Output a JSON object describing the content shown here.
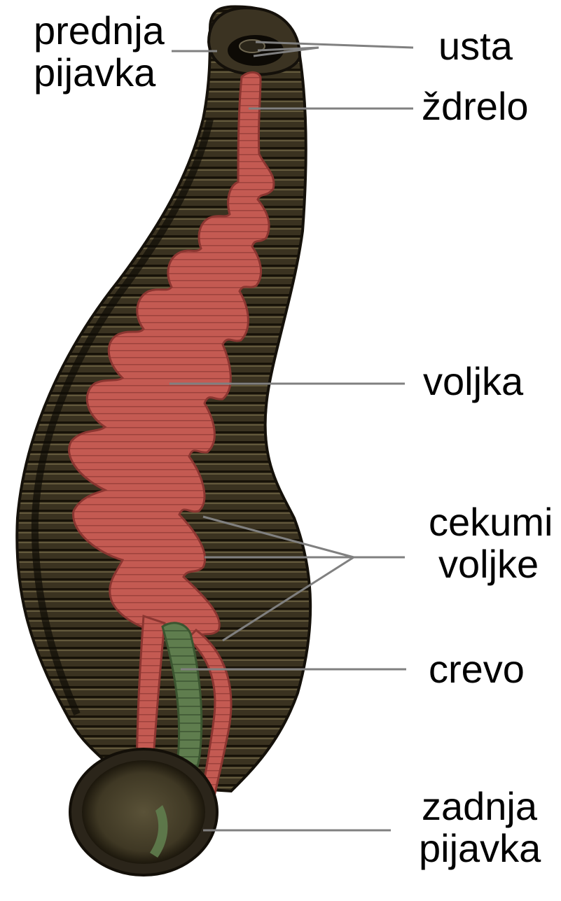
{
  "diagram": {
    "labels": {
      "prednja_pijavka": [
        "prednja",
        "pijavka"
      ],
      "usta": "usta",
      "zdrelo": "ždrelo",
      "voljka": "voljka",
      "cekumi_voljke": [
        "cekumi",
        "voljke"
      ],
      "crevo": "crevo",
      "zadnja_pijavka": [
        "zadnja",
        "pijavka"
      ]
    },
    "colors": {
      "body": "#3a3220",
      "body_dark": "#1e190f",
      "body_highlight": "#8a7d55",
      "crop": "#c0504a",
      "crop_dark": "#9b3a36",
      "intestine": "#5d7a4e",
      "sucker_inner": "#4a4430",
      "leader_line": "#808080"
    }
  }
}
